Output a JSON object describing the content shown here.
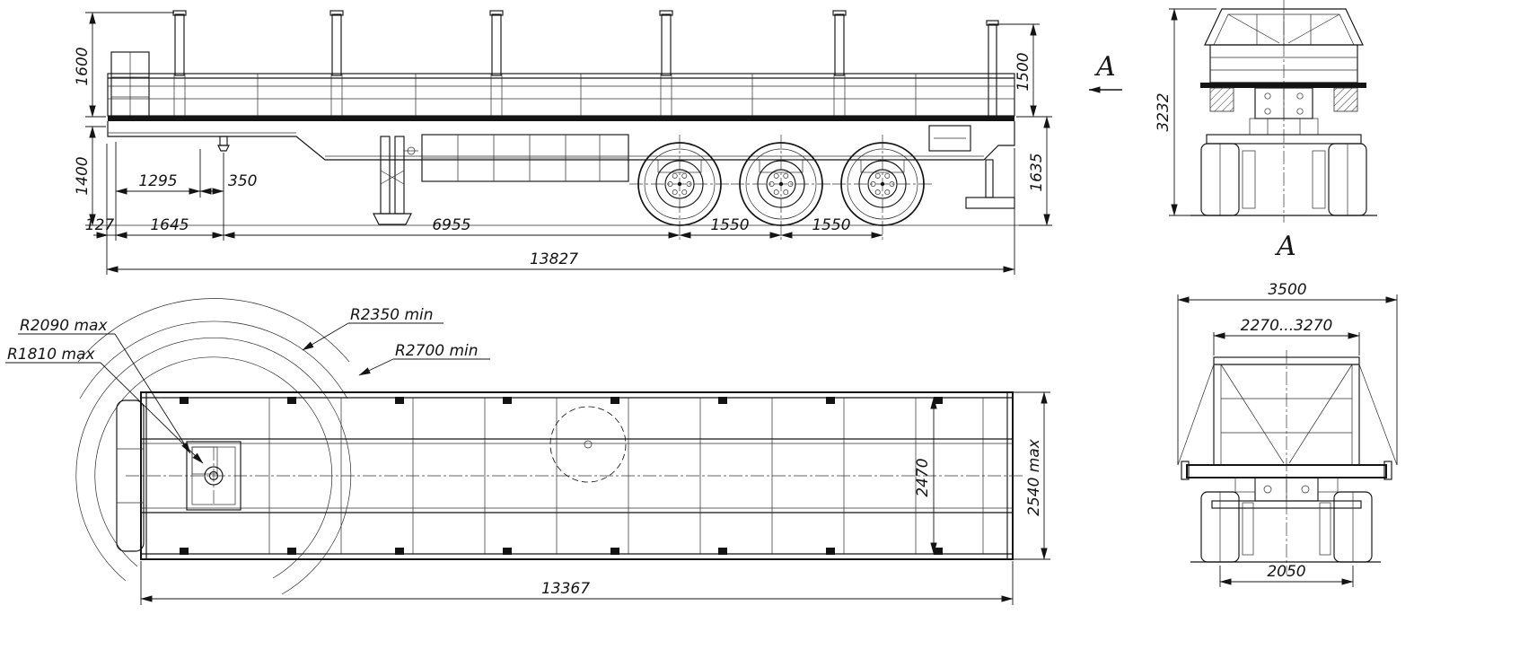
{
  "views": {
    "side": {
      "dims": {
        "stake_height": "1600",
        "frame_height": "1400",
        "front_overhang": "127",
        "kingpin_dim_a": "1295",
        "kingpin_dim_b": "350",
        "front_section": "1645",
        "kingpin_to_first_axle": "6955",
        "axle_spacing_1": "1550",
        "axle_spacing_2": "1550",
        "overall_length": "13827",
        "rear_stake_height": "1500",
        "rear_height": "1635"
      }
    },
    "plan": {
      "radius_labels": {
        "r2090": "R2090 max",
        "r1810": "R1810 max",
        "r2350": "R2350 min",
        "r2700": "R2700 min"
      },
      "dims": {
        "inner_width": "2470",
        "overall_width": "2540 max",
        "platform_length": "13367"
      }
    },
    "front_elevation": {
      "dims": {
        "overall_height": "3232"
      }
    },
    "view_arrow": {
      "label": "A"
    },
    "view_a": {
      "title": "A",
      "dims": {
        "max_width": "3500",
        "board_width_range": "2270...3270",
        "track": "2050"
      }
    }
  }
}
